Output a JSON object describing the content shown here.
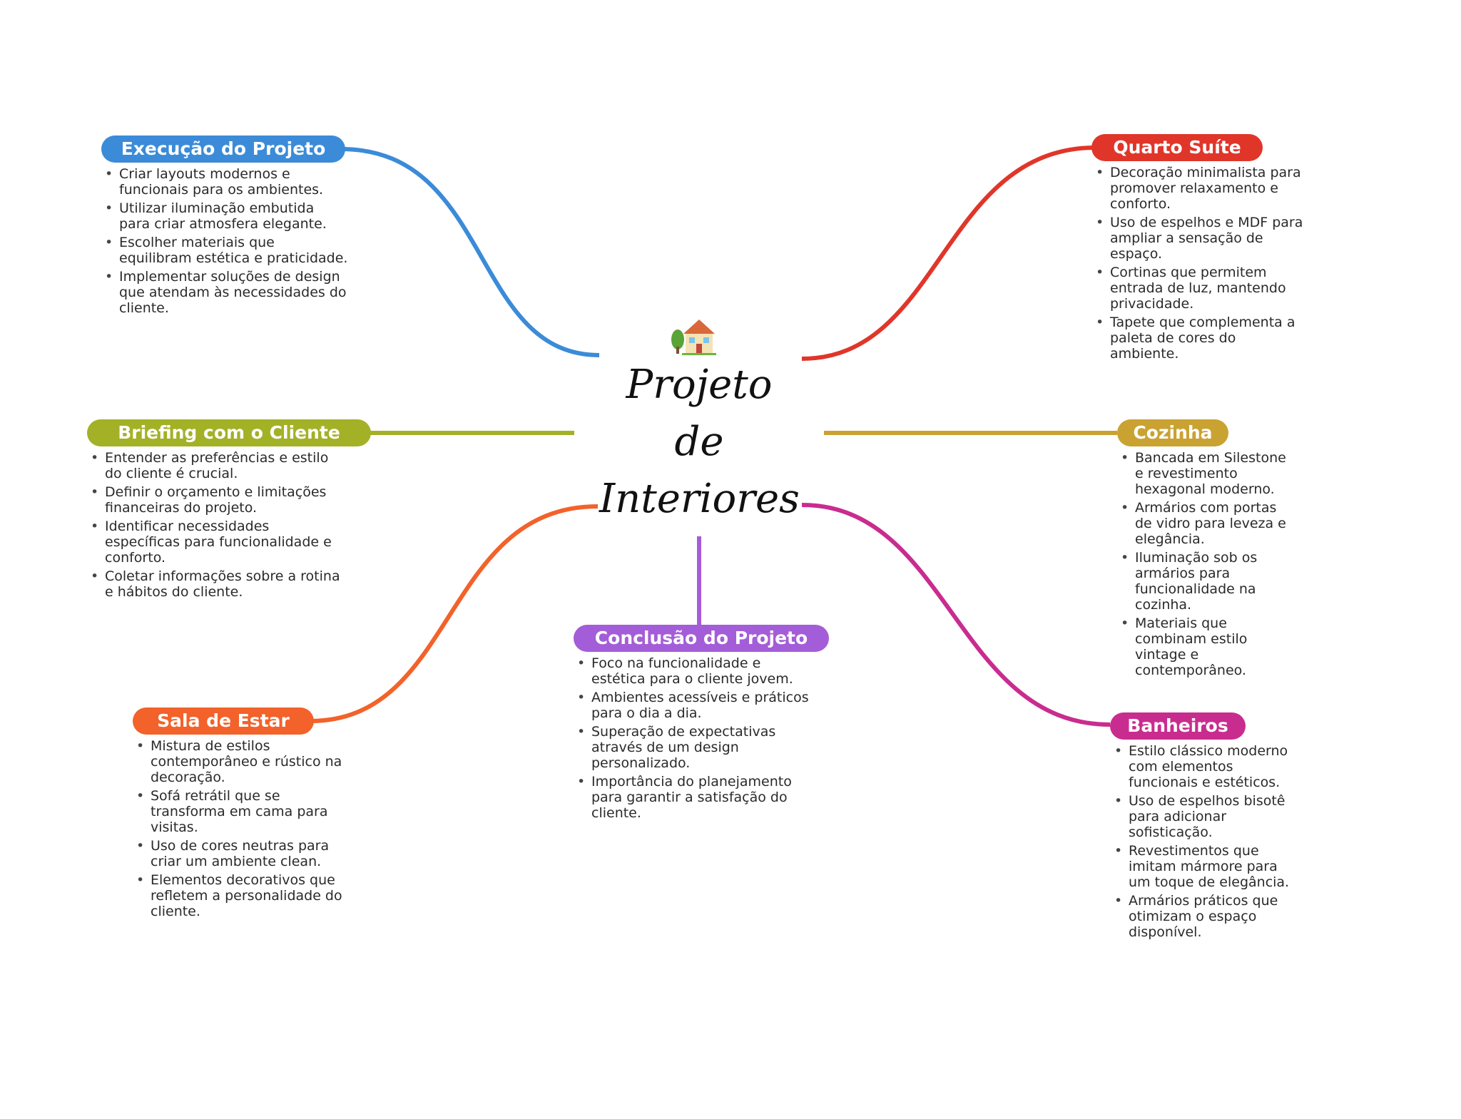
{
  "title": {
    "lines": [
      "Projeto",
      "de",
      "Interiores"
    ],
    "icon": "house-icon"
  },
  "branches": {
    "execucao": {
      "label": "Execução do Projeto",
      "color": "#3b8bd8",
      "items": [
        "Criar layouts modernos e funcionais para os ambientes.",
        "Utilizar iluminação embutida para criar atmosfera elegante.",
        "Escolher materiais que equilibram estética e praticidade.",
        "Implementar soluções de design que atendam às necessidades do cliente."
      ]
    },
    "briefing": {
      "label": "Briefing com o Cliente",
      "color": "#a3b127",
      "items": [
        "Entender as preferências e estilo do cliente é crucial.",
        "Definir o orçamento e limitações financeiras do projeto.",
        "Identificar necessidades específicas para funcionalidade e conforto.",
        "Coletar informações sobre a rotina e hábitos do cliente."
      ]
    },
    "sala": {
      "label": "Sala de Estar",
      "color": "#f2622a",
      "items": [
        "Mistura de estilos contemporâneo e rústico na decoração.",
        "Sofá retrátil que se transforma em cama para visitas.",
        "Uso de cores neutras para criar um ambiente clean.",
        "Elementos decorativos que refletem a personalidade do cliente."
      ]
    },
    "conclusao": {
      "label": "Conclusão do Projeto",
      "color": "#a45dd8",
      "items": [
        "Foco na funcionalidade e estética para o cliente jovem.",
        "Ambientes acessíveis e práticos para o dia a dia.",
        "Superação de expectativas através de um design personalizado.",
        "Importância do planejamento para garantir a satisfação do cliente."
      ]
    },
    "quarto": {
      "label": "Quarto Suíte",
      "color": "#e0362a",
      "items": [
        "Decoração minimalista para promover relaxamento e conforto.",
        "Uso de espelhos e MDF para ampliar a sensação de espaço.",
        "Cortinas que permitem entrada de luz, mantendo privacidade.",
        "Tapete que complementa a paleta de cores do ambiente."
      ]
    },
    "cozinha": {
      "label": "Cozinha",
      "color": "#c9a232",
      "items": [
        "Bancada em Silestone e revestimento hexagonal moderno.",
        "Armários com portas de vidro para leveza e elegância.",
        "Iluminação sob os armários para funcionalidade na cozinha.",
        "Materiais que combinam estilo vintage e contemporâneo."
      ]
    },
    "banheiros": {
      "label": "Banheiros",
      "color": "#c92c8f",
      "items": [
        "Estilo clássico moderno com elementos funcionais e estéticos.",
        "Uso de espelhos bisotê para adicionar sofisticação.",
        "Revestimentos que imitam mármore para um toque de elegância.",
        "Armários práticos que otimizam o espaço disponível."
      ]
    }
  }
}
